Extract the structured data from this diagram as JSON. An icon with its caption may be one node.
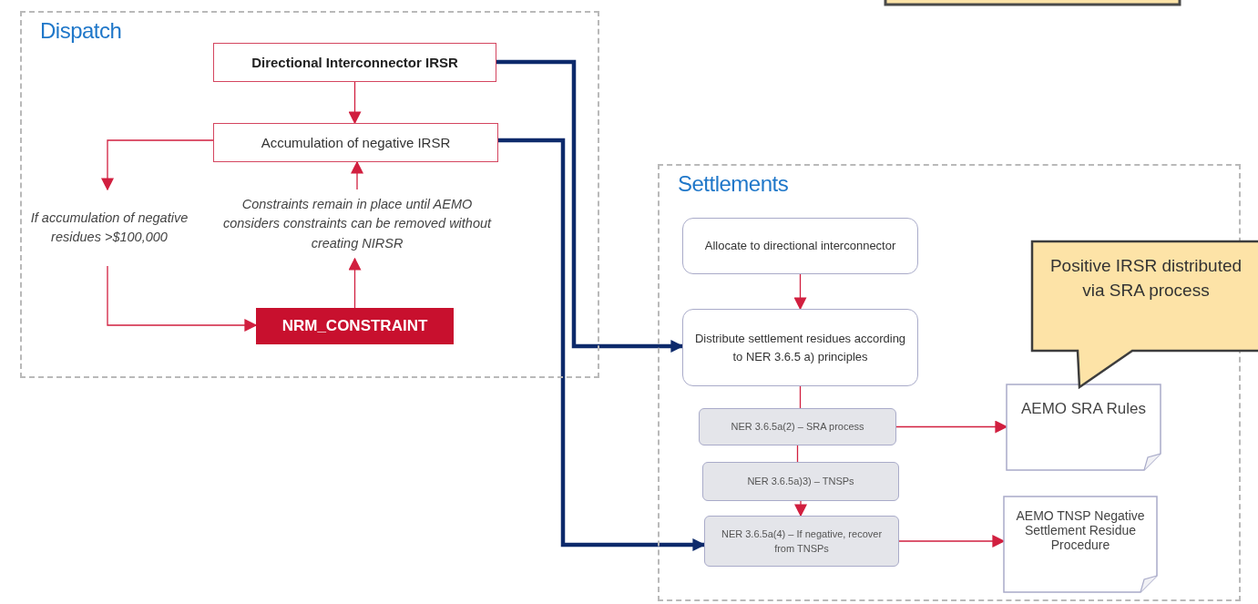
{
  "diagram": {
    "nodes": [
      {
        "text": [
          "Dispatch"
        ]
      },
      {
        "text": [
          "Directional Interconnector IRSR"
        ],
        "in": 0
      },
      {
        "text": [
          "Accumulation of negative IRSR"
        ],
        "in": 0
      },
      {
        "text": [
          "If accumulation of negative residues >$100,000"
        ],
        "in": 0
      },
      {
        "text": [
          "Constraints remain in place until AEMO considers constraints can be removed without creating NIRSR"
        ],
        "in": 0
      },
      {
        "text": [
          "NRM_CONSTRAINT"
        ],
        "in": 0
      },
      {
        "text": [
          "Settlements"
        ]
      },
      {
        "text": [
          "Allocate to directional interconnector"
        ],
        "in": 6
      },
      {
        "text": [
          "Distribute settlement residues according to NER 3.6.5 a) principles"
        ],
        "in": 6
      },
      {
        "text": [
          "NER 3.6.5a(2) – SRA process"
        ],
        "in": 6
      },
      {
        "text": [
          "NER 3.6.5a)3) – TNSPs"
        ],
        "in": 6
      },
      {
        "text": [
          "NER 3.6.5a(4) – If negative, recover from TNSPs"
        ],
        "in": 6
      },
      {
        "text": [
          "AEMO SRA Rules"
        ],
        "in": 6
      },
      {
        "text": [
          "AEMO TNSP Negative Settlement Residue Procedure"
        ],
        "in": 6
      },
      {
        "text": [
          "Positive IRSR distributed via SRA process"
        ]
      },
      {
        "text": [],
        "shape": "box"
      }
    ],
    "edges": [
      {
        "from": 1,
        "to": 2,
        "arrow": "to"
      },
      {
        "from": 2,
        "to": 3,
        "arrow": "to"
      },
      {
        "from": 3,
        "to": 5,
        "arrow": "to"
      },
      {
        "from": 5,
        "to": 4,
        "arrow": "to"
      },
      {
        "from": 4,
        "to": 2,
        "arrow": "to"
      },
      {
        "from": 1,
        "to": 8,
        "arrow": "to",
        "style": "thick",
        "color": "#0d2a6b"
      },
      {
        "from": 2,
        "to": 11,
        "arrow": "to",
        "style": "thick",
        "color": "#0d2a6b"
      },
      {
        "from": 7,
        "to": 8,
        "arrow": "to"
      },
      {
        "from": 8,
        "to": 9,
        "arrow": "none"
      },
      {
        "from": 9,
        "to": 10,
        "arrow": "none"
      },
      {
        "from": 10,
        "to": 11,
        "arrow": "to"
      },
      {
        "from": 9,
        "to": 12,
        "arrow": "to"
      },
      {
        "from": 11,
        "to": 13,
        "arrow": "to"
      }
    ]
  }
}
